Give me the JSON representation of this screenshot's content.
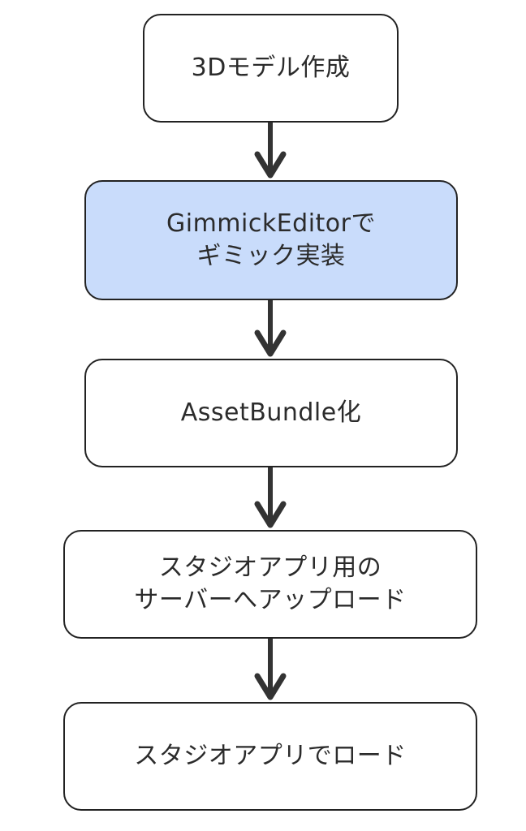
{
  "diagram": {
    "nodes": [
      {
        "id": "model",
        "lines": [
          "3Dモデル作成"
        ],
        "highlight": false
      },
      {
        "id": "gimmick",
        "lines": [
          "GimmickEditorで",
          "ギミック実装"
        ],
        "highlight": true
      },
      {
        "id": "bundle",
        "lines": [
          "AssetBundle化"
        ],
        "highlight": false
      },
      {
        "id": "upload",
        "lines": [
          "スタジオアプリ用の",
          "サーバーへアップロード"
        ],
        "highlight": false
      },
      {
        "id": "load",
        "lines": [
          "スタジオアプリでロード"
        ],
        "highlight": false
      }
    ],
    "colors": {
      "node_fill": "#ffffff",
      "highlight_fill": "#c9dcfb",
      "border": "#222222",
      "arrow": "#333333",
      "text": "#2b2b2b"
    }
  }
}
